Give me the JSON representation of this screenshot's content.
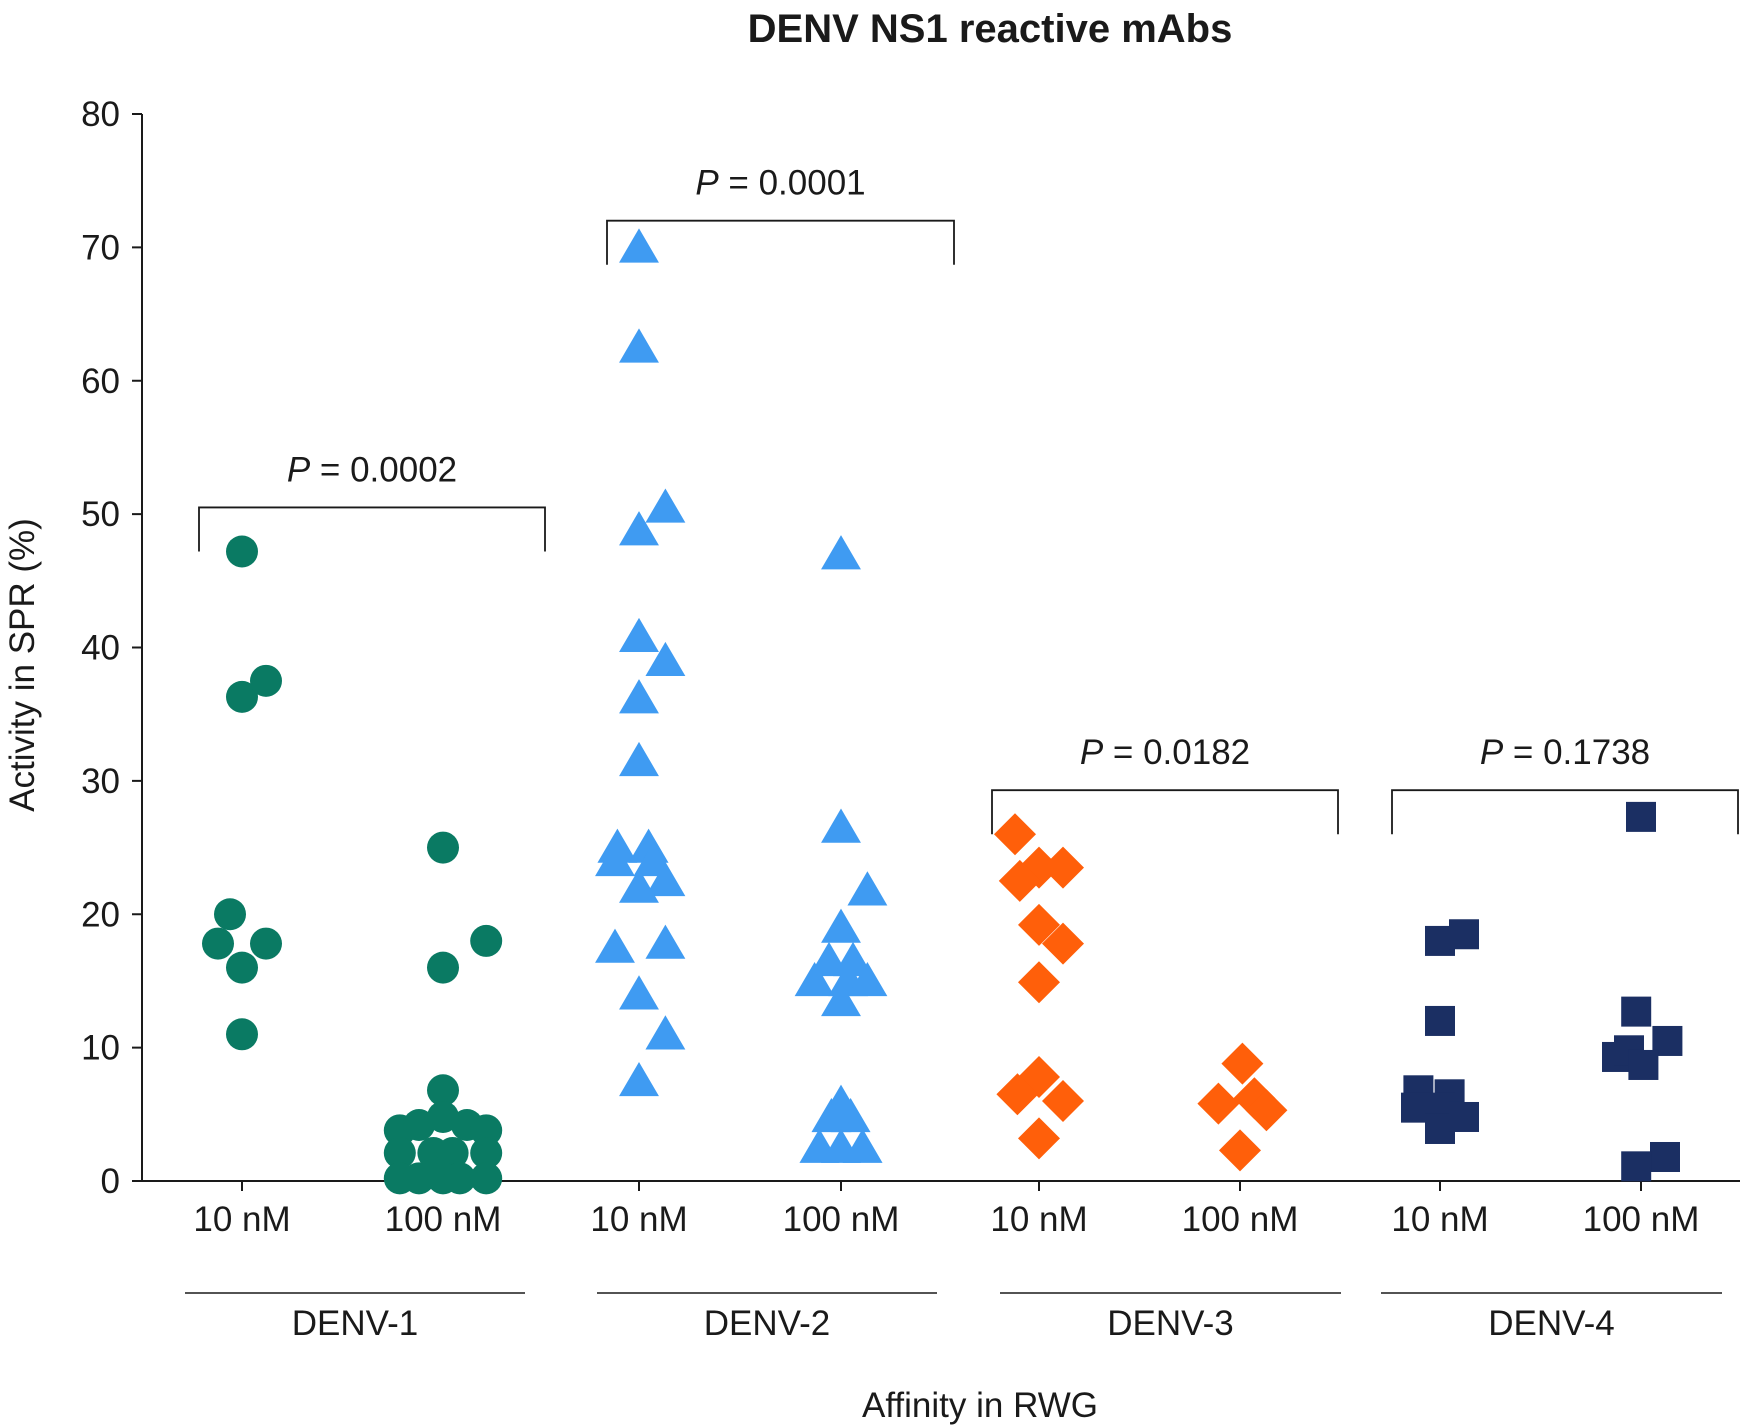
{
  "chart_data": {
    "type": "scatter",
    "title": "DENV NS1 reactive mAbs",
    "xlabel": "Affinity in RWG",
    "ylabel": "Activity in SPR (%)",
    "ylim": [
      0,
      80
    ],
    "yticks": [
      "0",
      "10",
      "20",
      "30",
      "40",
      "50",
      "60",
      "70",
      "80"
    ],
    "categories": [
      "10 nM",
      "100 nM",
      "10 nM",
      "100 nM",
      "10 nM",
      "100 nM",
      "10 nM",
      "100 nM"
    ],
    "groups": [
      "DENV-1",
      "DENV-2",
      "DENV-3",
      "DENV-4"
    ],
    "grid": false,
    "series": [
      {
        "group": "DENV-1",
        "marker": "circle",
        "color": "#0a7a63",
        "points": [
          {
            "cat": 0,
            "dx": 0,
            "y": 47.2
          },
          {
            "cat": 0,
            "dx": 0,
            "y": 36.3
          },
          {
            "cat": 0,
            "dx": 1,
            "y": 37.5
          },
          {
            "cat": 0,
            "dx": -0.5,
            "y": 20.0
          },
          {
            "cat": 0,
            "dx": -1,
            "y": 17.8
          },
          {
            "cat": 0,
            "dx": 1,
            "y": 17.8
          },
          {
            "cat": 0,
            "dx": 0,
            "y": 16.0
          },
          {
            "cat": 0,
            "dx": 0,
            "y": 11.0
          },
          {
            "cat": 1,
            "dx": 0,
            "y": 25.0
          },
          {
            "cat": 1,
            "dx": 0,
            "y": 16.0
          },
          {
            "cat": 1,
            "dx": 1.8,
            "y": 18.0
          },
          {
            "cat": 1,
            "dx": 0,
            "y": 6.8
          },
          {
            "cat": 1,
            "dx": -1.8,
            "y": 3.8
          },
          {
            "cat": 1,
            "dx": -1,
            "y": 4.2
          },
          {
            "cat": 1,
            "dx": 0,
            "y": 4.8
          },
          {
            "cat": 1,
            "dx": 1,
            "y": 4.2
          },
          {
            "cat": 1,
            "dx": 1.8,
            "y": 3.8
          },
          {
            "cat": 1,
            "dx": -1.8,
            "y": 2.1
          },
          {
            "cat": 1,
            "dx": -0.4,
            "y": 2.1
          },
          {
            "cat": 1,
            "dx": 0.4,
            "y": 2.1
          },
          {
            "cat": 1,
            "dx": 1.8,
            "y": 2.1
          },
          {
            "cat": 1,
            "dx": -1.8,
            "y": 0.2
          },
          {
            "cat": 1,
            "dx": -1,
            "y": 0.2
          },
          {
            "cat": 1,
            "dx": 0,
            "y": 0.2
          },
          {
            "cat": 1,
            "dx": 0.7,
            "y": 0.2
          },
          {
            "cat": 1,
            "dx": 1.8,
            "y": 0.2
          }
        ]
      },
      {
        "group": "DENV-2",
        "marker": "triangle",
        "color": "#3f9bf2",
        "points": [
          {
            "cat": 2,
            "dx": 0,
            "y": 70.0
          },
          {
            "cat": 2,
            "dx": 0,
            "y": 62.5
          },
          {
            "cat": 2,
            "dx": 1.1,
            "y": 50.5
          },
          {
            "cat": 2,
            "dx": 0,
            "y": 48.8
          },
          {
            "cat": 2,
            "dx": 0,
            "y": 40.8
          },
          {
            "cat": 2,
            "dx": 1.1,
            "y": 39.0
          },
          {
            "cat": 2,
            "dx": 0,
            "y": 36.2
          },
          {
            "cat": 2,
            "dx": 0,
            "y": 31.5
          },
          {
            "cat": 2,
            "dx": -0.9,
            "y": 25.0
          },
          {
            "cat": 2,
            "dx": 0.4,
            "y": 25.0
          },
          {
            "cat": 2,
            "dx": -1.0,
            "y": 24.0
          },
          {
            "cat": 2,
            "dx": 0.6,
            "y": 24.0
          },
          {
            "cat": 2,
            "dx": 1.1,
            "y": 22.5
          },
          {
            "cat": 2,
            "dx": 0,
            "y": 22.0
          },
          {
            "cat": 2,
            "dx": -1.0,
            "y": 17.5
          },
          {
            "cat": 2,
            "dx": 1.1,
            "y": 17.8
          },
          {
            "cat": 2,
            "dx": 0,
            "y": 14.0
          },
          {
            "cat": 2,
            "dx": 1.1,
            "y": 11.0
          },
          {
            "cat": 2,
            "dx": 0,
            "y": 7.5
          },
          {
            "cat": 3,
            "dx": 0,
            "y": 47.0
          },
          {
            "cat": 3,
            "dx": 0,
            "y": 26.5
          },
          {
            "cat": 3,
            "dx": 1.1,
            "y": 21.8
          },
          {
            "cat": 3,
            "dx": 0,
            "y": 19.0
          },
          {
            "cat": 3,
            "dx": -0.5,
            "y": 16.5
          },
          {
            "cat": 3,
            "dx": 0.5,
            "y": 16.5
          },
          {
            "cat": 3,
            "dx": -1.1,
            "y": 15.0
          },
          {
            "cat": 3,
            "dx": 0.3,
            "y": 15.0
          },
          {
            "cat": 3,
            "dx": 1.1,
            "y": 15.0
          },
          {
            "cat": 3,
            "dx": 0,
            "y": 13.5
          },
          {
            "cat": 3,
            "dx": 0,
            "y": 5.8
          },
          {
            "cat": 3,
            "dx": -0.4,
            "y": 4.8
          },
          {
            "cat": 3,
            "dx": 0.4,
            "y": 4.8
          },
          {
            "cat": 3,
            "dx": -0.9,
            "y": 2.5
          },
          {
            "cat": 3,
            "dx": 0,
            "y": 2.5
          },
          {
            "cat": 3,
            "dx": 0.9,
            "y": 2.5
          }
        ]
      },
      {
        "group": "DENV-3",
        "marker": "diamond",
        "color": "#ff5f0a",
        "points": [
          {
            "cat": 4,
            "dx": -1.0,
            "y": 26.0
          },
          {
            "cat": 4,
            "dx": 0,
            "y": 23.5
          },
          {
            "cat": 4,
            "dx": 1.0,
            "y": 23.5
          },
          {
            "cat": 4,
            "dx": -0.8,
            "y": 22.5
          },
          {
            "cat": 4,
            "dx": 0,
            "y": 19.2
          },
          {
            "cat": 4,
            "dx": 1.0,
            "y": 17.8
          },
          {
            "cat": 4,
            "dx": 0,
            "y": 14.9
          },
          {
            "cat": 4,
            "dx": 0,
            "y": 7.8
          },
          {
            "cat": 4,
            "dx": -0.9,
            "y": 6.5
          },
          {
            "cat": 4,
            "dx": 1.0,
            "y": 6.0
          },
          {
            "cat": 4,
            "dx": 0,
            "y": 3.2
          },
          {
            "cat": 5,
            "dx": 0.1,
            "y": 8.8
          },
          {
            "cat": 5,
            "dx": -0.9,
            "y": 5.8
          },
          {
            "cat": 5,
            "dx": 0.6,
            "y": 6.2
          },
          {
            "cat": 5,
            "dx": 1.1,
            "y": 5.3
          },
          {
            "cat": 5,
            "dx": 0,
            "y": 2.3
          }
        ]
      },
      {
        "group": "DENV-4",
        "marker": "square",
        "color": "#1b2f63",
        "points": [
          {
            "cat": 6,
            "dx": 0,
            "y": 18.0
          },
          {
            "cat": 6,
            "dx": 1.0,
            "y": 18.5
          },
          {
            "cat": 6,
            "dx": 0,
            "y": 12.0
          },
          {
            "cat": 6,
            "dx": -0.9,
            "y": 6.8
          },
          {
            "cat": 6,
            "dx": 0.4,
            "y": 6.5
          },
          {
            "cat": 6,
            "dx": -1.0,
            "y": 5.5
          },
          {
            "cat": 6,
            "dx": 0,
            "y": 5.5
          },
          {
            "cat": 6,
            "dx": 0,
            "y": 3.9
          },
          {
            "cat": 6,
            "dx": 1.0,
            "y": 4.8
          },
          {
            "cat": 7,
            "dx": 0,
            "y": 27.3
          },
          {
            "cat": 7,
            "dx": -0.2,
            "y": 12.7
          },
          {
            "cat": 7,
            "dx": 1.1,
            "y": 10.5
          },
          {
            "cat": 7,
            "dx": -1.0,
            "y": 9.3
          },
          {
            "cat": 7,
            "dx": -0.5,
            "y": 9.8
          },
          {
            "cat": 7,
            "dx": 0.1,
            "y": 8.7
          },
          {
            "cat": 7,
            "dx": 1.0,
            "y": 1.8
          },
          {
            "cat": 7,
            "dx": -0.2,
            "y": 1.1
          }
        ]
      }
    ],
    "annotations": [
      {
        "text": "P",
        "value": " = 0.0002",
        "cats": [
          0,
          1
        ],
        "y": 50.5
      },
      {
        "text": "P",
        "value": " = 0.0001",
        "cats": [
          2,
          3
        ],
        "y": 72.0
      },
      {
        "text": "P",
        "value": " = 0.0182",
        "cats": [
          4,
          5
        ],
        "y": 29.3
      },
      {
        "text": "P",
        "value": " = 0.1738",
        "cats": [
          6,
          7
        ],
        "y": 29.3
      }
    ]
  }
}
